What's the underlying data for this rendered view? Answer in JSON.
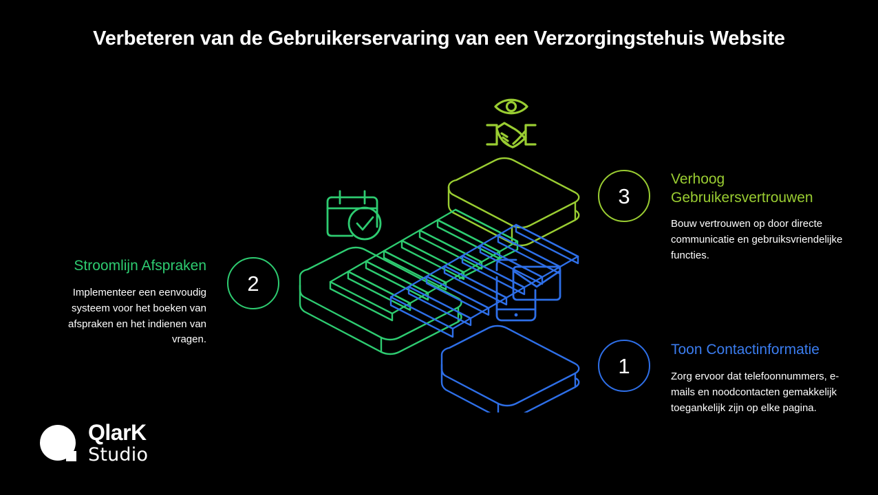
{
  "slide": {
    "background_color": "#000000",
    "title": "Verbeteren van de Gebruikerservaring van een Verzorgingstehuis Website"
  },
  "colors": {
    "step1_blue": "#2E6FE8",
    "step2_green": "#2ECC71",
    "step3_lime": "#9ACD32",
    "text_white": "#FFFFFF",
    "background": "#000000"
  },
  "steps": [
    {
      "number": "1",
      "heading": "Toon Contactinformatie",
      "body": "Zorg ervoor dat telefoonnummers, e-mails en noodcontacten gemakkelijk toegankelijk zijn op elke pagina.",
      "color": "#2E6FE8",
      "icon": "phone-envelope-icon"
    },
    {
      "number": "2",
      "heading": "Stroomlijn Afspraken",
      "body": "Implementeer een eenvoudig systeem voor het boeken van afspraken en het indienen van vragen.",
      "color": "#2ECC71",
      "icon": "calendar-check-icon"
    },
    {
      "number": "3",
      "heading": "Verhoog Gebruikersvertrouwen",
      "body": "Bouw vertrouwen op door directe communicatie en gebruiksvriendelijke functies.",
      "color": "#9ACD32",
      "icon": "handshake-eye-icon"
    }
  ],
  "illustration": {
    "name": "isometric-staircase-three-platforms",
    "description": "Three stacked isometric platforms connected by two flights of stairs, ascending from lower-right blue platform to middle green platform to upper-right lime platform."
  },
  "logo": {
    "name": "QlarK",
    "subtitle": "Studio"
  }
}
